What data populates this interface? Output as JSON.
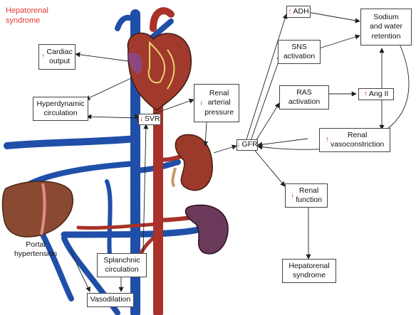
{
  "title": [
    "Hepatorenal",
    "syndrome"
  ],
  "nodes": {
    "cardiac_output": [
      "Cardiac",
      "output"
    ],
    "hyperdynamic": [
      "Hyperdynamic",
      "circulation"
    ],
    "svr": "SVR",
    "renal_pressure": [
      "Renal",
      "arterial",
      "pressure"
    ],
    "gfr": "GFR",
    "adh": "ADH",
    "sns": [
      "SNS",
      "activation"
    ],
    "ras": [
      "RAS",
      "activation"
    ],
    "ang2": "Ang II",
    "sodium": [
      "Sodium",
      "and water",
      "retention"
    ],
    "renal_vaso": [
      "Renal",
      "vasoconstriction"
    ],
    "renal_function": [
      "Renal",
      "function"
    ],
    "hrs_outcome": [
      "Hepatorenal",
      "syndrome"
    ],
    "portal": [
      "Portal",
      "hypertension"
    ],
    "splanchnic": [
      "Splanchnic",
      "circulation"
    ],
    "vasodilation": "Vasodilation"
  },
  "colors": {
    "artery": "#a8322a",
    "vein": "#1f4fa8",
    "accent": "#e53935",
    "arrow": "#c0392b"
  }
}
